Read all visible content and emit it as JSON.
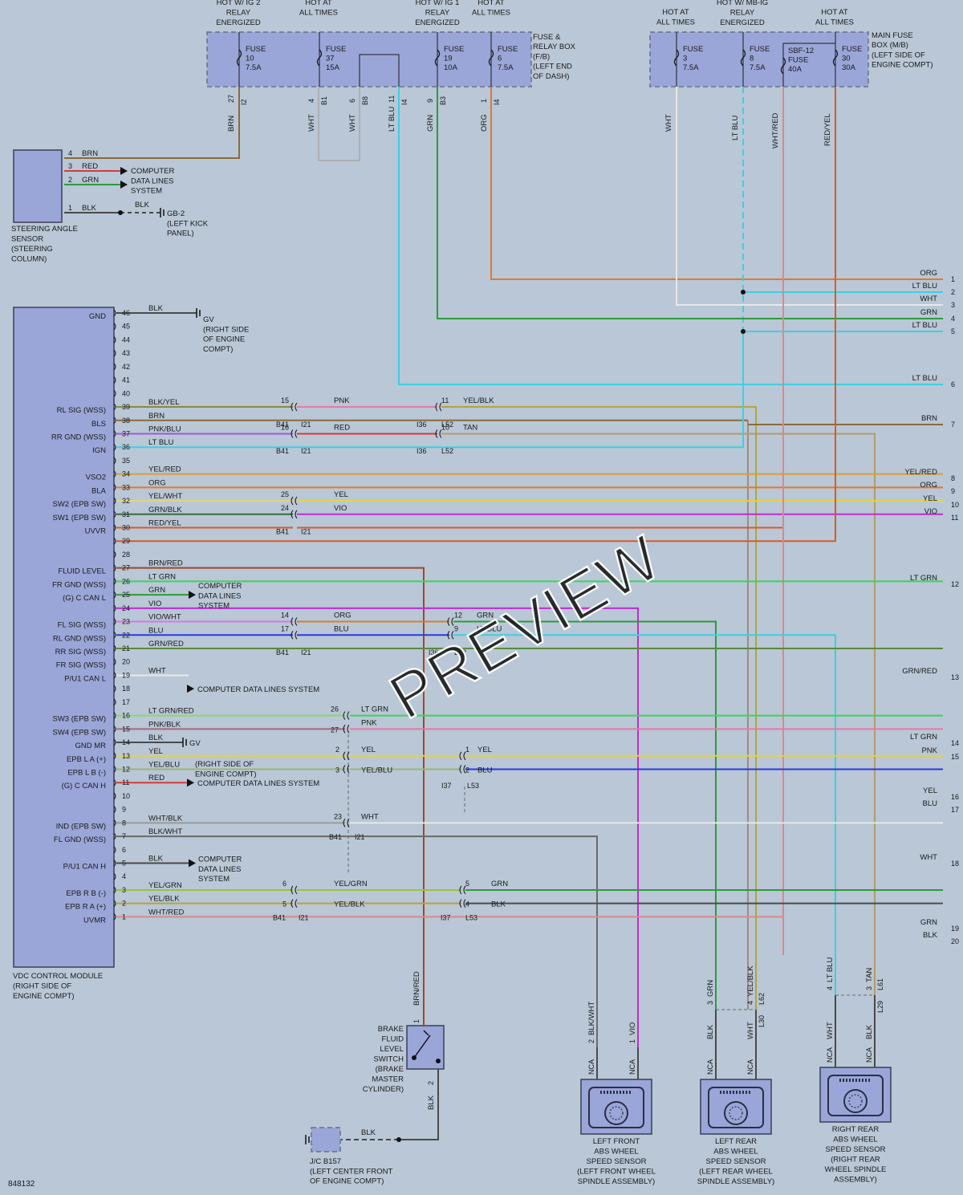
{
  "watermark": "PREVIEW",
  "figure_id": "848132",
  "colors": {
    "BRN": "#8a6a3a",
    "RED": "#d63a3a",
    "GRN": "#2e9a3a",
    "BLK": "#4a4a4a",
    "WHT": "#e8e8e8",
    "LTBLU": "#3ecfe0",
    "ORG": "#e07a2a",
    "PNK": "#e47aa6",
    "YEL": "#e6d43a",
    "VIO": "#c02ad6",
    "BLU": "#2a3ae0",
    "LTGRN": "#3ad65a",
    "TAN": "#b49a6a",
    "GRNRED": "#5a8a3a",
    "BRNRED": "#9a4a2a",
    "REDYEL": "#d65a2a",
    "PNKBLU": "#9a5ad6",
    "YELRED": "#d6a03a",
    "YELWHT": "#e6d47a",
    "GRNBLK": "#3a6a3a",
    "YELBLK": "#b4a43a",
    "YELGRN": "#9ac43a",
    "YELBLU": "#9ab47a",
    "WHTRED": "#d68a8a",
    "WHTBLK": "#9a9a9a",
    "BLKWHT": "#6a6a6a",
    "VIOWHT": "#d67ae0",
    "BLKYEL": "#8a8a3a",
    "LTGRNRED": "#8ad66a",
    "PNKBLK": "#a46a7a"
  },
  "fuse_box_fb": {
    "label": [
      "FUSE &",
      "RELAY BOX",
      "(F/B)",
      "(LEFT END",
      "OF DASH)"
    ],
    "supplies": [
      {
        "lines": [
          "HOT W/ IG 2",
          "RELAY",
          "ENERGIZED"
        ]
      },
      {
        "lines": [
          "HOT AT",
          "ALL TIMES"
        ]
      },
      {
        "lines": [
          "HOT W/ IG 1",
          "RELAY",
          "ENERGIZED"
        ]
      },
      {
        "lines": [
          "HOT AT",
          "ALL TIMES"
        ]
      }
    ],
    "fuses": [
      {
        "lines": [
          "FUSE",
          "10",
          "7.5A"
        ]
      },
      {
        "lines": [
          "FUSE",
          "37",
          "15A"
        ]
      },
      {
        "lines": [
          "FUSE",
          "19",
          "10A"
        ]
      },
      {
        "lines": [
          "FUSE",
          "6",
          "7.5A"
        ]
      }
    ],
    "pins": [
      {
        "pin": "27",
        "conn": "I2"
      },
      {
        "pin": "4",
        "conn": "B1"
      },
      {
        "pin": "6",
        "conn": "B8"
      },
      {
        "pin": "11",
        "conn": "I4"
      },
      {
        "pin": "9",
        "conn": "B3"
      },
      {
        "pin": "1",
        "conn": "I4"
      }
    ],
    "wires": [
      "BRN",
      "WHT",
      "WHT",
      "LT BLU",
      "GRN",
      "ORG"
    ]
  },
  "fuse_box_mb": {
    "label": [
      "MAIN FUSE",
      "BOX (M/B)",
      "(LEFT SIDE OF",
      "ENGINE COMPT)"
    ],
    "supplies": [
      {
        "lines": [
          "HOT AT",
          "ALL TIMES"
        ]
      },
      {
        "lines": [
          "HOT W/ MB-IG",
          "RELAY",
          "ENERGIZED"
        ]
      },
      {
        "lines": [
          "HOT AT",
          "ALL TIMES"
        ]
      }
    ],
    "fuses": [
      {
        "lines": [
          "FUSE",
          "3",
          "7.5A"
        ]
      },
      {
        "lines": [
          "FUSE",
          "8",
          "7.5A"
        ]
      },
      {
        "lines": [
          "SBF-12",
          "FUSE",
          "40A"
        ]
      },
      {
        "lines": [
          "FUSE",
          "30",
          "30A"
        ]
      }
    ],
    "wires": [
      "WHT",
      "LT BLU",
      "WHT/RED",
      "RED/YEL"
    ]
  },
  "steering_sensor": {
    "label": [
      "STEERING ANGLE",
      "SENSOR",
      "(STEERING",
      "COLUMN)"
    ],
    "pins": [
      {
        "pin": "4",
        "wire": "BRN"
      },
      {
        "pin": "3",
        "wire": "RED"
      },
      {
        "pin": "2",
        "wire": "GRN"
      },
      {
        "pin": "1",
        "wire": "BLK"
      }
    ],
    "cdl": [
      "COMPUTER",
      "DATA LINES",
      "SYSTEM"
    ],
    "ground_wire": "BLK",
    "ground": [
      "GB-2",
      "(LEFT KICK",
      "PANEL)"
    ]
  },
  "vdc_module": {
    "label": [
      "VDC CONTROL MODULE",
      "(RIGHT SIDE OF",
      "ENGINE COMPT)"
    ],
    "gv_ground_1": [
      "GV",
      "(RIGHT SIDE",
      "OF ENGINE",
      "COMPT)"
    ],
    "gv_ground_2": [
      "(RIGHT SIDE OF",
      "ENGINE COMPT)"
    ],
    "gv_label": "GV",
    "cdl_3line": [
      "COMPUTER",
      "DATA LINES",
      "SYSTEM"
    ],
    "cdl_1line": "COMPUTER DATA LINES SYSTEM",
    "pins": [
      {
        "n": "46",
        "sig": "GND",
        "wire": "BLK"
      },
      {
        "n": "45",
        "sig": "",
        "wire": ""
      },
      {
        "n": "44",
        "sig": "",
        "wire": ""
      },
      {
        "n": "43",
        "sig": "",
        "wire": ""
      },
      {
        "n": "42",
        "sig": "",
        "wire": ""
      },
      {
        "n": "41",
        "sig": "",
        "wire": ""
      },
      {
        "n": "40",
        "sig": "",
        "wire": ""
      },
      {
        "n": "39",
        "sig": "RL SIG (WSS)",
        "wire": "BLK/YEL"
      },
      {
        "n": "38",
        "sig": "BLS",
        "wire": "BRN"
      },
      {
        "n": "37",
        "sig": "RR GND (WSS)",
        "wire": "PNK/BLU"
      },
      {
        "n": "36",
        "sig": "IGN",
        "wire": "LT BLU"
      },
      {
        "n": "35",
        "sig": "",
        "wire": ""
      },
      {
        "n": "34",
        "sig": "VSO2",
        "wire": "YEL/RED"
      },
      {
        "n": "33",
        "sig": "BLA",
        "wire": "ORG"
      },
      {
        "n": "32",
        "sig": "SW2 (EPB SW)",
        "wire": "YEL/WHT"
      },
      {
        "n": "31",
        "sig": "SW1 (EPB SW)",
        "wire": "GRN/BLK"
      },
      {
        "n": "30",
        "sig": "UVVR",
        "wire": "RED/YEL"
      },
      {
        "n": "29",
        "sig": "",
        "wire": ""
      },
      {
        "n": "28",
        "sig": "",
        "wire": ""
      },
      {
        "n": "27",
        "sig": "FLUID LEVEL",
        "wire": "BRN/RED"
      },
      {
        "n": "26",
        "sig": "FR GND (WSS)",
        "wire": "LT GRN"
      },
      {
        "n": "25",
        "sig": "(G) C CAN L",
        "wire": "GRN"
      },
      {
        "n": "24",
        "sig": "",
        "wire": "VIO"
      },
      {
        "n": "23",
        "sig": "FL SIG (WSS)",
        "wire": "VIO/WHT"
      },
      {
        "n": "22",
        "sig": "RL GND (WSS)",
        "wire": "BLU"
      },
      {
        "n": "21",
        "sig": "RR SIG (WSS)",
        "wire": "GRN/RED"
      },
      {
        "n": "20",
        "sig": "FR SIG (WSS)",
        "wire": ""
      },
      {
        "n": "19",
        "sig": "P/U1 CAN L",
        "wire": "WHT"
      },
      {
        "n": "18",
        "sig": "",
        "wire": ""
      },
      {
        "n": "17",
        "sig": "",
        "wire": ""
      },
      {
        "n": "16",
        "sig": "SW3 (EPB SW)",
        "wire": "LT GRN/RED"
      },
      {
        "n": "15",
        "sig": "SW4 (EPB SW)",
        "wire": "PNK/BLK"
      },
      {
        "n": "14",
        "sig": "GND MR",
        "wire": "BLK"
      },
      {
        "n": "13",
        "sig": "EPB L A (+)",
        "wire": "YEL"
      },
      {
        "n": "12",
        "sig": "EPB L B (-)",
        "wire": "YEL/BLU"
      },
      {
        "n": "11",
        "sig": "(G) C CAN H",
        "wire": "RED"
      },
      {
        "n": "10",
        "sig": "",
        "wire": ""
      },
      {
        "n": "9",
        "sig": "",
        "wire": ""
      },
      {
        "n": "8",
        "sig": "IND (EPB SW)",
        "wire": "WHT/BLK"
      },
      {
        "n": "7",
        "sig": "FL GND (WSS)",
        "wire": "BLK/WHT"
      },
      {
        "n": "6",
        "sig": "",
        "wire": ""
      },
      {
        "n": "5",
        "sig": "P/U1 CAN H",
        "wire": "BLK"
      },
      {
        "n": "4",
        "sig": "",
        "wire": ""
      },
      {
        "n": "3",
        "sig": "EPB R B (-)",
        "wire": "YEL/GRN"
      },
      {
        "n": "2",
        "sig": "EPB R A (+)",
        "wire": "YEL/BLK"
      },
      {
        "n": "1",
        "sig": "UVMR",
        "wire": "WHT/RED"
      }
    ]
  },
  "inline_connectors": {
    "B41": "B41",
    "I21": "I21",
    "I36": "I36",
    "L52": "L52",
    "I37": "I37",
    "L53": "L53",
    "p15": "15",
    "p16": "16",
    "p14": "14",
    "p17": "17",
    "p25": "25",
    "p24": "24",
    "p26": "26",
    "p27": "27",
    "p2": "2",
    "p3": "3",
    "p23": "23",
    "p6": "6",
    "p5": "5",
    "q11": "11",
    "q10": "10",
    "q12": "12",
    "q9": "9",
    "q1": "1",
    "q2": "2",
    "q5": "5",
    "q4": "4",
    "w39b": "PNK",
    "w36b": "RED",
    "w32b": "YEL",
    "w31b": "VIO",
    "w23b": "ORG",
    "w22b": "BLU",
    "w16b": "LT GRN",
    "w15b": "PNK",
    "w13b": "YEL",
    "w12b": "YEL/BLU",
    "w8b": "WHT",
    "w3b": "YEL/GRN",
    "w2b": "YEL/BLK",
    "w39c": "YEL/BLK",
    "w36c": "TAN",
    "w23c": "GRN",
    "w22c": "LT BLU",
    "w13c": "YEL",
    "w12c": "BLU",
    "w3c": "GRN",
    "w2c": "BLK"
  },
  "right_rows": [
    {
      "n": "1",
      "wire": "ORG"
    },
    {
      "n": "2",
      "wire": "LT BLU"
    },
    {
      "n": "3",
      "wire": "WHT"
    },
    {
      "n": "4",
      "wire": "GRN"
    },
    {
      "n": "5",
      "wire": "LT BLU"
    },
    {
      "n": "6",
      "wire": "LT BLU"
    },
    {
      "n": "7",
      "wire": "BRN"
    },
    {
      "n": "8",
      "wire": "YEL/RED"
    },
    {
      "n": "9",
      "wire": "ORG"
    },
    {
      "n": "10",
      "wire": "YEL"
    },
    {
      "n": "11",
      "wire": "VIO"
    },
    {
      "n": "12",
      "wire": "LT GRN"
    },
    {
      "n": "13",
      "wire": "GRN/RED"
    },
    {
      "n": "14",
      "wire": "LT GRN"
    },
    {
      "n": "15",
      "wire": "PNK"
    },
    {
      "n": "16",
      "wire": "YEL"
    },
    {
      "n": "17",
      "wire": "BLU"
    },
    {
      "n": "18",
      "wire": "WHT"
    },
    {
      "n": "19",
      "wire": "GRN"
    },
    {
      "n": "20",
      "wire": "BLK"
    }
  ],
  "brake_switch": {
    "label": [
      "BRAKE",
      "FLUID",
      "LEVEL",
      "SWITCH",
      "(BRAKE",
      "MASTER",
      "CYLINDER)"
    ],
    "wire_top": "BRN/RED",
    "wire_bottom": "BLK",
    "pin_top": "1",
    "pin_bottom": "2"
  },
  "jc": {
    "label": [
      "J/C B157",
      "(LEFT CENTER FRONT",
      "OF ENGINE COMPT)"
    ],
    "wire": "BLK"
  },
  "sensors": [
    {
      "label": [
        "LEFT FRONT",
        "ABS WHEEL",
        "SPEED SENSOR",
        "(LEFT FRONT WHEEL",
        "SPINDLE ASSEMBLY)"
      ],
      "wires": [
        "BLK/WHT",
        "VIO"
      ],
      "pins": [
        "2",
        "1"
      ],
      "nca": "NCA"
    },
    {
      "label": [
        "LEFT REAR",
        "ABS WHEEL",
        "SPEED SENSOR",
        "(LEFT REAR WHEEL",
        "SPINDLE ASSEMBLY)"
      ],
      "wires": [
        "BLK",
        "WHT"
      ],
      "pins": [
        "3",
        "4"
      ],
      "nca": "NCA",
      "upper": [
        "GRN",
        "YEL/BLK"
      ],
      "conn": [
        "L30",
        "L62"
      ]
    },
    {
      "label": [
        "RIGHT REAR",
        "ABS WHEEL",
        "SPEED SENSOR",
        "(RIGHT REAR",
        "WHEEL SPINDLE",
        "ASSEMBLY)"
      ],
      "wires": [
        "WHT",
        "BLK"
      ],
      "pins": [
        "4",
        "3"
      ],
      "nca": "NCA",
      "upper": [
        "LT BLU",
        "TAN"
      ],
      "conn": [
        "L29",
        "L61"
      ]
    }
  ]
}
